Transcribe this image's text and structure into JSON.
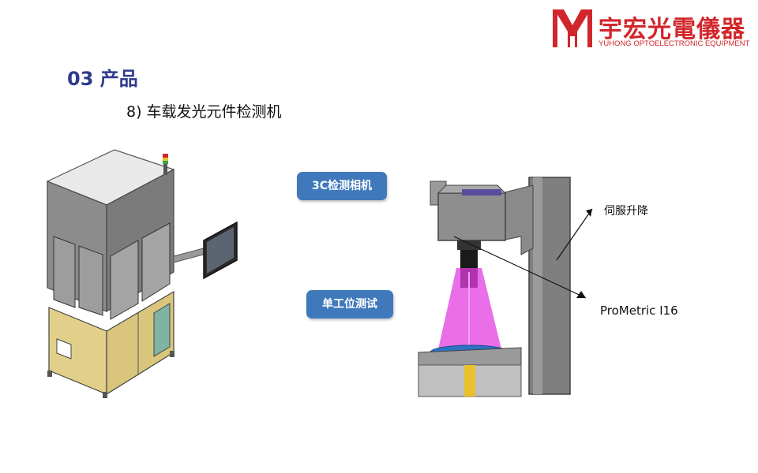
{
  "logo": {
    "text_cn": "宇宏光電儀器",
    "text_en": "YUHONG OPTOELECTRONIC EQUIPMENT"
  },
  "section": {
    "title": "03 产品"
  },
  "product": {
    "subtitle": "8) 车载发光元件检测机"
  },
  "callouts": {
    "camera": "3C检测相机",
    "station": "单工位测试"
  },
  "labels": {
    "servo": "伺服升降",
    "prometric": "ProMetric I16"
  },
  "colors": {
    "brand_red": "#d1262b",
    "title_blue": "#2d3a8c",
    "callout_blue": "#3f79bb",
    "light_cone": "#e23ee0"
  }
}
